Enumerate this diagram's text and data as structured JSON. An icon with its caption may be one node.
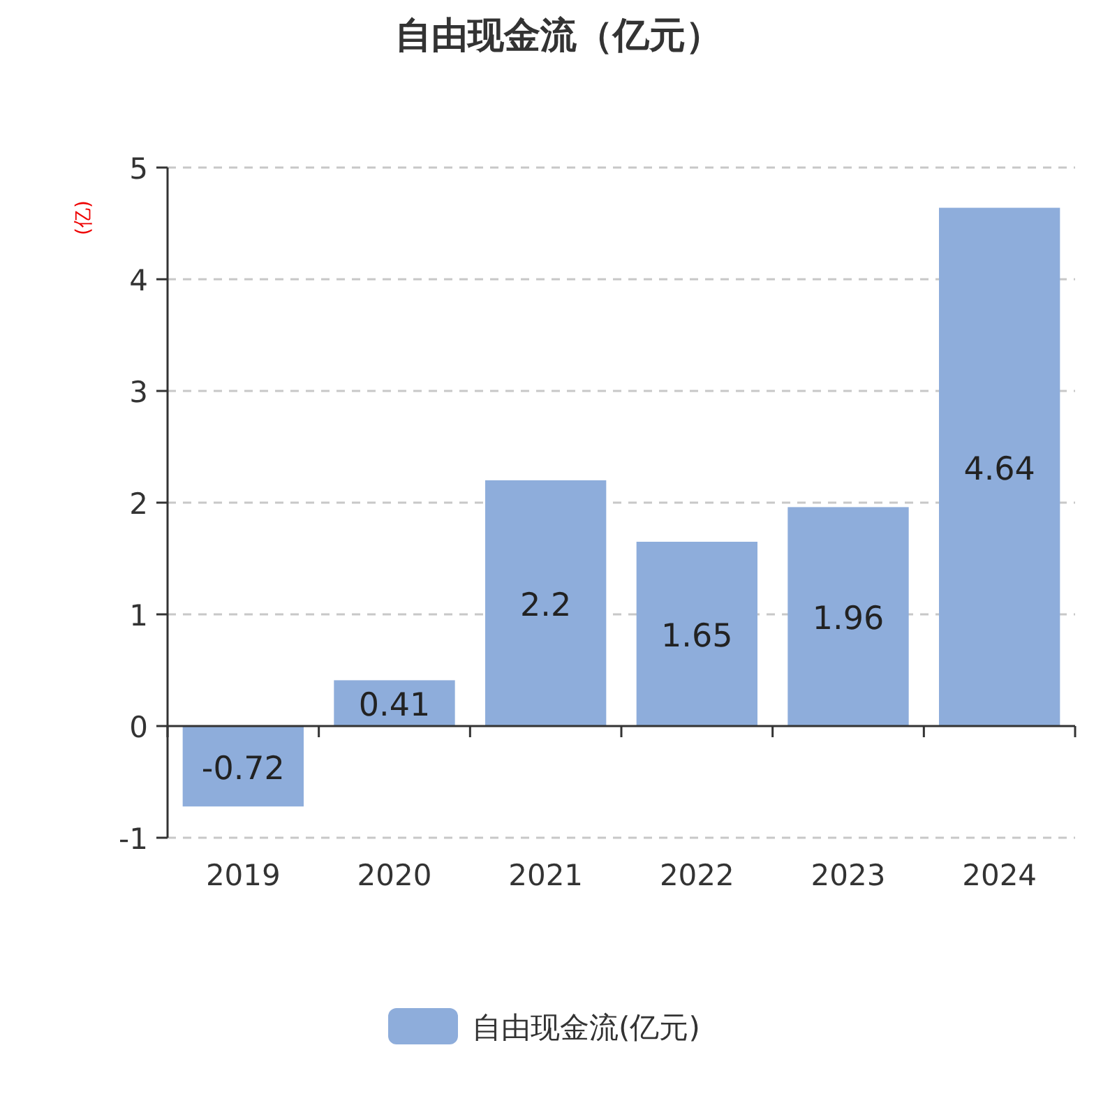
{
  "diagram": {
    "title": "自由现金流（亿元）",
    "chart_data": {
      "type": "bar",
      "ylabel": "(亿)",
      "categories": [
        "2019",
        "2020",
        "2021",
        "2022",
        "2023",
        "2024"
      ],
      "series": [
        {
          "name": "自由现金流(亿元)",
          "color": "#8eaddb",
          "values": [
            -0.72,
            0.41,
            2.2,
            1.65,
            1.96,
            4.64
          ]
        }
      ],
      "ylim": [
        -1,
        5
      ],
      "yticks": [
        -1,
        0,
        1,
        2,
        3,
        4,
        5
      ],
      "grid": true,
      "data_labels": true
    }
  }
}
